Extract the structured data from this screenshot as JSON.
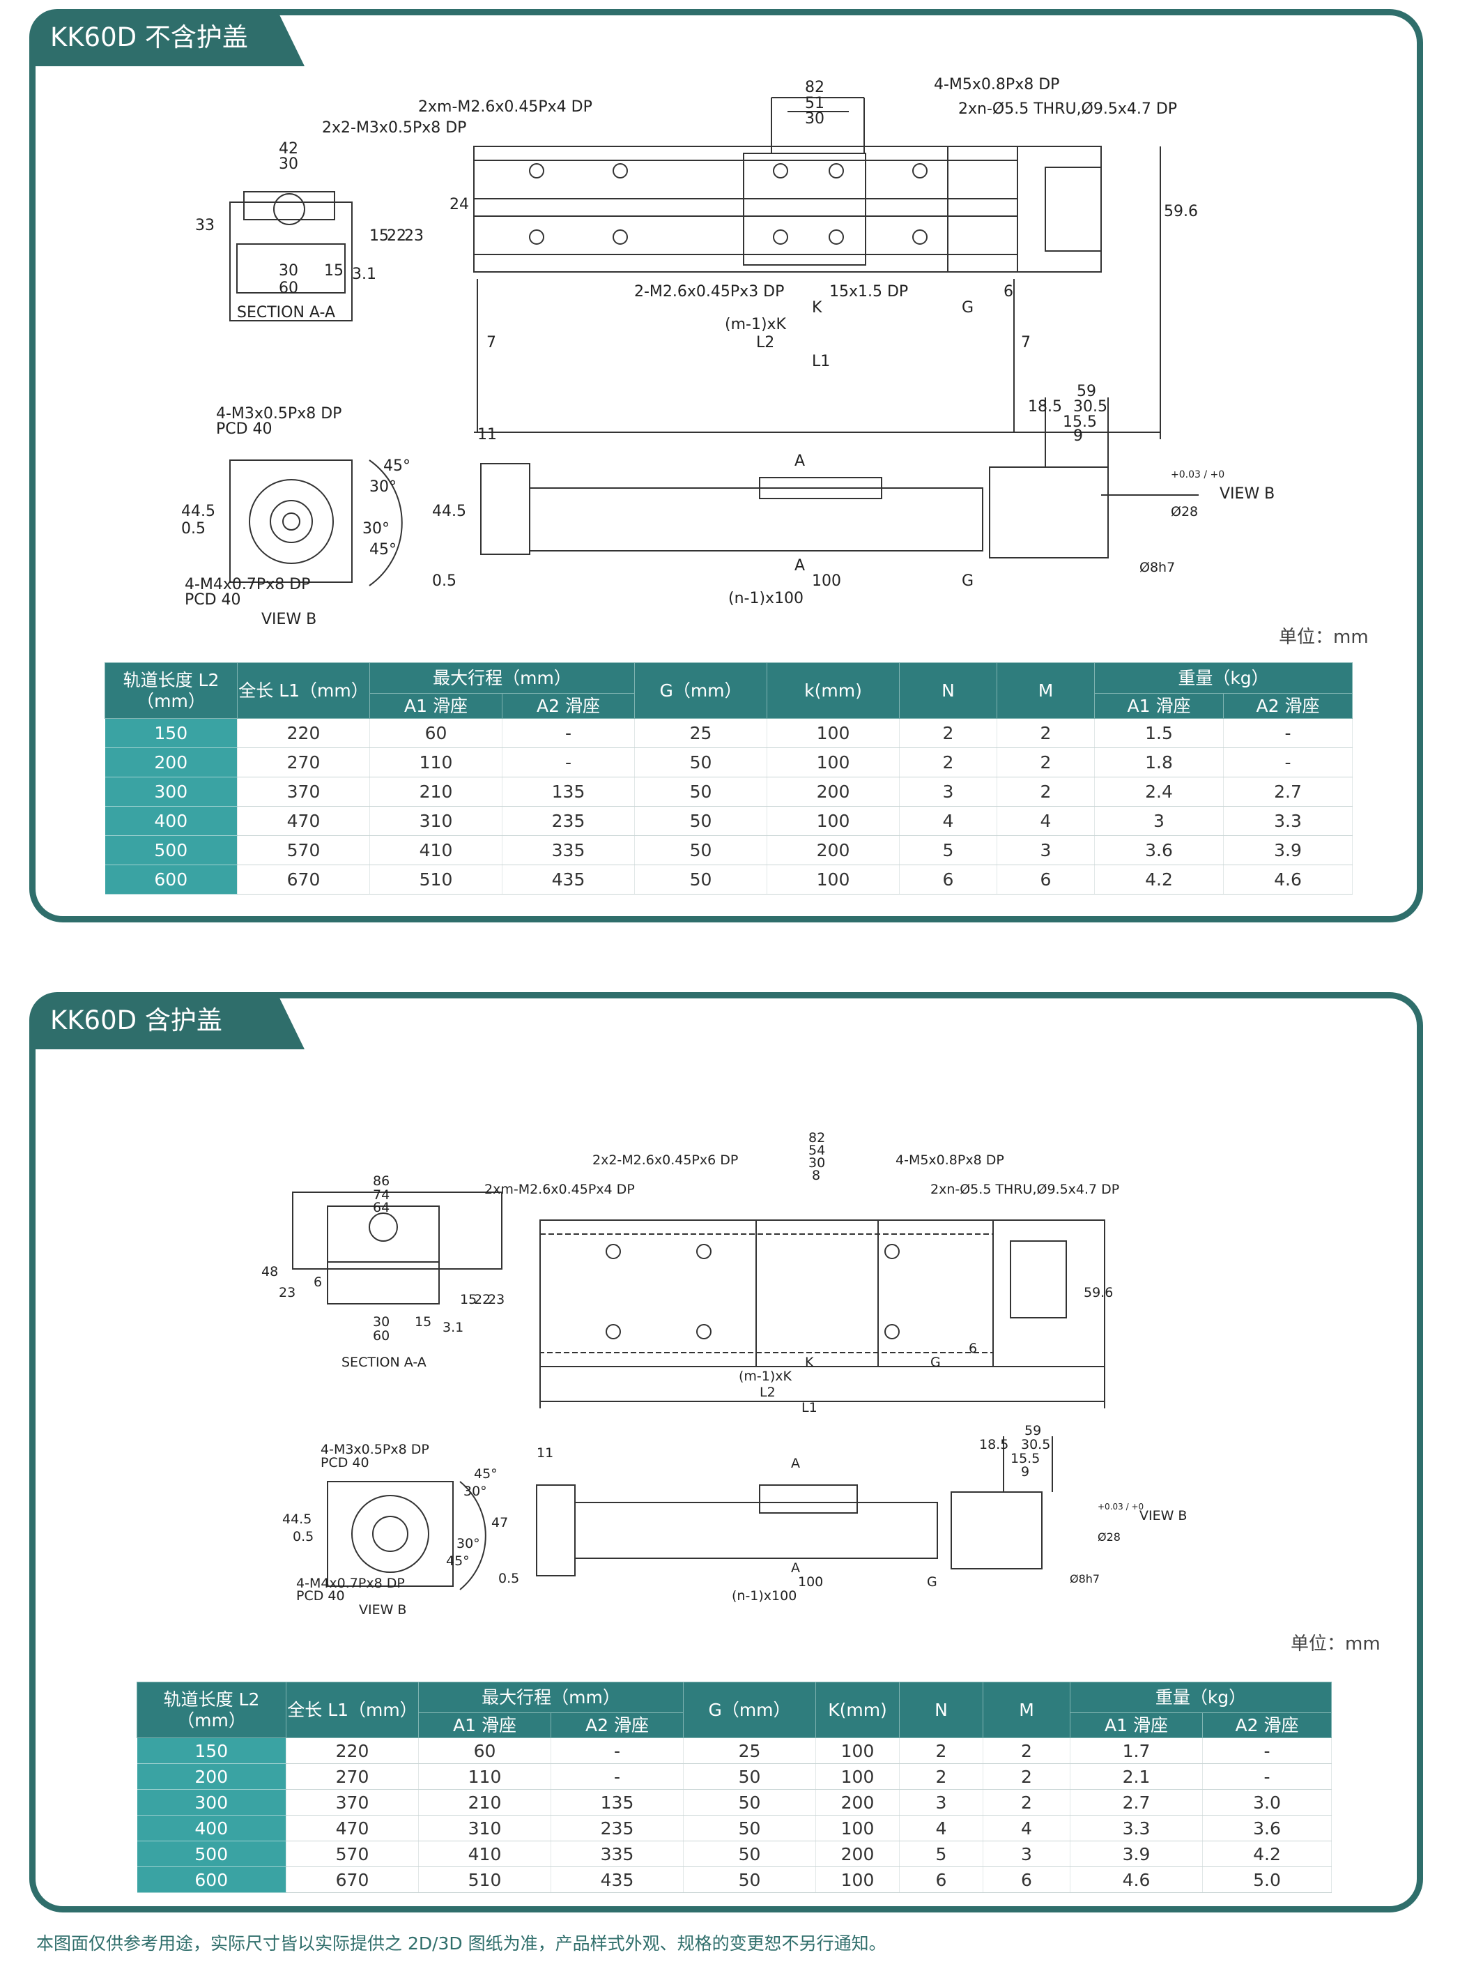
{
  "sections": [
    {
      "title": "KK60D 不含护盖",
      "unit_label": "单位：mm",
      "drawing_labels": {
        "d82": "82",
        "d51": "51",
        "d30a": "30",
        "m5": "4-M5x0.8Px8 DP",
        "thru": "2xn-Ø5.5 THRU,Ø9.5x4.7 DP",
        "m26x4": "2xm-M2.6x0.45Px4 DP",
        "m3x8": "2x2-M3x0.5Px8 DP",
        "d42": "42",
        "d30b": "30",
        "d33": "33",
        "d15": "15",
        "d22": "22",
        "d23": "23",
        "d30c": "30",
        "d15b": "15",
        "d3_1": "3.1",
        "d60": "60",
        "section": "SECTION A-A",
        "d24": "24",
        "d59_6": "59.6",
        "m26x3": "2-M2.6x0.45Px3 DP",
        "dp15": "15x1.5 DP",
        "K": "K",
        "G": "G",
        "d6": "6",
        "mk": "(m-1)xK",
        "L2": "L2",
        "L1": "L1",
        "d7a": "7",
        "d7b": "7",
        "m3pcd": "4-M3x0.5Px8 DP",
        "pcd1": "PCD 40",
        "a45a": "45°",
        "a30a": "30°",
        "a30b": "30°",
        "a45b": "45°",
        "d44_5a": "44.5",
        "d0_5a": "0.5",
        "m4pcd": "4-M4x0.7Px8 DP",
        "pcd2": "PCD 40",
        "viewb1": "VIEW B",
        "d11": "11",
        "d44_5b": "44.5",
        "d0_5b": "0.5",
        "A1": "A",
        "A2": "A",
        "d100": "100",
        "G2": "G",
        "n100": "(n-1)x100",
        "d59": "59",
        "d18_5": "18.5",
        "d30_5": "30.5",
        "d15_5": "15.5",
        "d9": "9",
        "viewb2": "VIEW B",
        "d28": "Ø28",
        "tol": "+0.03 / +0",
        "d8h7": "Ø8h7"
      },
      "table": {
        "h_l2": "轨道长度 L2（mm）",
        "h_l1": "全长 L1（mm）",
        "h_stroke": "最大行程（mm）",
        "h_a1": "A1 滑座",
        "h_a2": "A2 滑座",
        "h_g": "G（mm）",
        "h_k": "k(mm)",
        "h_n": "N",
        "h_m": "M",
        "h_w": "重量（kg）",
        "h_wa1": "A1 滑座",
        "h_wa2": "A2 滑座",
        "rows": [
          [
            "150",
            "220",
            "60",
            "-",
            "25",
            "100",
            "2",
            "2",
            "1.5",
            "-"
          ],
          [
            "200",
            "270",
            "110",
            "-",
            "50",
            "100",
            "2",
            "2",
            "1.8",
            "-"
          ],
          [
            "300",
            "370",
            "210",
            "135",
            "50",
            "200",
            "3",
            "2",
            "2.4",
            "2.7"
          ],
          [
            "400",
            "470",
            "310",
            "235",
            "50",
            "100",
            "4",
            "4",
            "3",
            "3.3"
          ],
          [
            "500",
            "570",
            "410",
            "335",
            "50",
            "200",
            "5",
            "3",
            "3.6",
            "3.9"
          ],
          [
            "600",
            "670",
            "510",
            "435",
            "50",
            "100",
            "6",
            "6",
            "4.2",
            "4.6"
          ]
        ]
      }
    },
    {
      "title": "KK60D 含护盖",
      "unit_label": "单位：mm",
      "drawing_labels": {
        "d82": "82",
        "d54": "54",
        "d30": "30",
        "d8": "8",
        "m26x6": "2x2-M2.6x0.45Px6 DP",
        "m5": "4-M5x0.8Px8 DP",
        "m26x4": "2xm-M2.6x0.45Px4 DP",
        "thru": "2xn-Ø5.5 THRU,Ø9.5x4.7 DP",
        "d86": "86",
        "d74": "74",
        "d64": "64",
        "d48": "48",
        "d23a": "23",
        "d6": "6",
        "d15": "15",
        "d22": "22",
        "d23b": "23",
        "d30b": "30",
        "d15b": "15",
        "d3_1": "3.1",
        "d60": "60",
        "section": "SECTION A-A",
        "d59_6": "59.6",
        "K": "K",
        "G": "G",
        "d6b": "6",
        "mk": "(m-1)xK",
        "L2": "L2",
        "L1": "L1",
        "m3pcd": "4-M3x0.5Px8 DP",
        "pcd1": "PCD 40",
        "a45a": "45°",
        "a30a": "30°",
        "a30b": "30°",
        "a45b": "45°",
        "d44_5": "44.5",
        "d0_5a": "0.5",
        "m4pcd": "4-M4x0.7Px8 DP",
        "pcd2": "PCD 40",
        "viewb1": "VIEW B",
        "d11": "11",
        "d47": "47",
        "d0_5b": "0.5",
        "A1": "A",
        "A2": "A",
        "d100": "100",
        "G2": "G",
        "n100": "(n-1)x100",
        "d59": "59",
        "d18_5": "18.5",
        "d30_5": "30.5",
        "d15_5": "15.5",
        "d9": "9",
        "viewb2": "VIEW B",
        "d28": "Ø28",
        "tol": "+0.03 / +0",
        "d8h7": "Ø8h7"
      },
      "table": {
        "h_l2": "轨道长度 L2（mm）",
        "h_l1": "全长 L1（mm）",
        "h_stroke": "最大行程（mm）",
        "h_a1": "A1 滑座",
        "h_a2": "A2 滑座",
        "h_g": "G（mm）",
        "h_k": "K(mm)",
        "h_n": "N",
        "h_m": "M",
        "h_w": "重量（kg）",
        "h_wa1": "A1 滑座",
        "h_wa2": "A2 滑座",
        "rows": [
          [
            "150",
            "220",
            "60",
            "-",
            "25",
            "100",
            "2",
            "2",
            "1.7",
            "-"
          ],
          [
            "200",
            "270",
            "110",
            "-",
            "50",
            "100",
            "2",
            "2",
            "2.1",
            "-"
          ],
          [
            "300",
            "370",
            "210",
            "135",
            "50",
            "200",
            "3",
            "2",
            "2.7",
            "3.0"
          ],
          [
            "400",
            "470",
            "310",
            "235",
            "50",
            "100",
            "4",
            "4",
            "3.3",
            "3.6"
          ],
          [
            "500",
            "570",
            "410",
            "335",
            "50",
            "200",
            "5",
            "3",
            "3.9",
            "4.2"
          ],
          [
            "600",
            "670",
            "510",
            "435",
            "50",
            "100",
            "6",
            "6",
            "4.6",
            "5.0"
          ]
        ]
      }
    }
  ],
  "footnote": "本图面仅供参考用途，实际尺寸皆以实际提供之 2D/3D 图纸为准，产品样式外观、规格的变更恕不另行通知。"
}
